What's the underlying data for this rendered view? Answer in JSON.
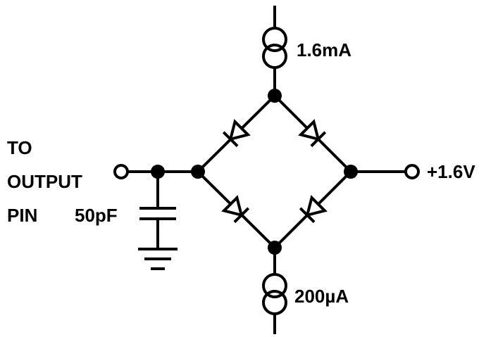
{
  "labels": {
    "source_top": "1.6mA",
    "source_bottom": "200µA",
    "output_line1": "TO",
    "output_line2": "OUTPUT",
    "output_line3": "PIN",
    "capacitor": "50pF",
    "voltage": "+1.6V"
  },
  "colors": {
    "ink": "#000000",
    "background": "#ffffff"
  }
}
